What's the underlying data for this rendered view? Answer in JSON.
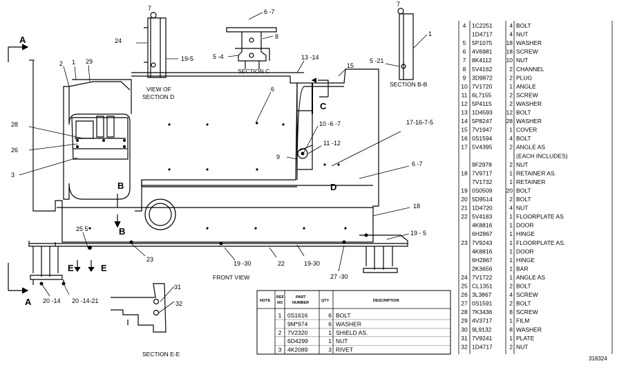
{
  "callouts": {
    "c7a": "7",
    "c67a": "6 -7",
    "c8": "8",
    "c24": "24",
    "c195a": "19-5",
    "c54": "5 -4",
    "c7b": "7",
    "c1a": "1",
    "c521": "5 -21",
    "c2": "2",
    "c1b": "1",
    "c29": "29",
    "c1314": "13 -14",
    "c15": "15",
    "c6": "6",
    "c28": "28",
    "c26": "26",
    "c3": "3",
    "c1067": "10 -6 -7",
    "c1112": "11 -12",
    "c9": "9",
    "c17": "17-16-7-5",
    "c67b": "6 -7",
    "c18": "18",
    "c255": "25 5",
    "c195b": "19 - 5",
    "c23": "23",
    "c1930a": "19 -30",
    "c22": "22",
    "c1930b": "19-30",
    "c2730": "27 -30",
    "c2014": "20 -14",
    "c201421": "20 -14-21",
    "c31": "31",
    "c32": "32"
  },
  "view_letters": {
    "a_top": "A",
    "a_bottom": "A",
    "b1": "B",
    "b2": "B",
    "c": "C",
    "d": "D",
    "e1": "E",
    "e2": "E"
  },
  "section_labels": {
    "section_c": "SECTION C",
    "section_bb": "SECTION B-B",
    "view_d_1": "VIEW OF",
    "view_d_2": "SECTION D",
    "front_view": "FRONT VIEW",
    "section_ee": "SECTION E-E"
  },
  "drawing_number": "318324",
  "small_table": {
    "headers": {
      "note": "NOTE",
      "ref1": "REF",
      "ref2": "NO",
      "part1": "PART",
      "part2": "NUMBER",
      "qty": "QTY",
      "desc": "DESCRIPTION"
    },
    "rows": [
      {
        "ref": "1",
        "part": "0S1616",
        "qty": "6",
        "desc": "BOLT"
      },
      {
        "ref": "",
        "part": "9M*974",
        "qty": "6",
        "desc": "WASHER"
      },
      {
        "ref": "2",
        "part": "7V2320",
        "qty": "1",
        "desc": "SHIELD AS."
      },
      {
        "ref": "",
        "part": "6D4299",
        "qty": "1",
        "desc": "NUT"
      },
      {
        "ref": "3",
        "part": "4K2089",
        "qty": "3",
        "desc": "RIVET"
      }
    ]
  },
  "parts_list": [
    {
      "ref": "4",
      "part": "1C2251",
      "qty": "4",
      "desc": "BOLT"
    },
    {
      "ref": "",
      "part": "1D4717",
      "qty": "4",
      "desc": "NUT"
    },
    {
      "ref": "5",
      "part": "5P1075",
      "qty": "18",
      "desc": "WASHER"
    },
    {
      "ref": "6",
      "part": "4V6981",
      "qty": "18",
      "desc": "SCREW"
    },
    {
      "ref": "7",
      "part": "8K4112",
      "qty": "10",
      "desc": "NUT"
    },
    {
      "ref": "8",
      "part": "5V4162",
      "qty": "2",
      "desc": "CHANNEL"
    },
    {
      "ref": "9",
      "part": "3D9872",
      "qty": "2",
      "desc": "PLUG"
    },
    {
      "ref": "10",
      "part": "7V1720",
      "qty": "1",
      "desc": "ANGLE"
    },
    {
      "ref": "11",
      "part": "6L7155",
      "qty": "2",
      "desc": "SCREW"
    },
    {
      "ref": "12",
      "part": "5P4115",
      "qty": "2",
      "desc": "WASHER"
    },
    {
      "ref": "13",
      "part": "1D4593",
      "qty": "12",
      "desc": "BOLT"
    },
    {
      "ref": "14",
      "part": "5P8247",
      "qty": "28",
      "desc": "WASHER"
    },
    {
      "ref": "15",
      "part": "7V1947",
      "qty": "1",
      "desc": "COVER"
    },
    {
      "ref": "16",
      "part": "0S1594",
      "qty": "4",
      "desc": "BOLT"
    },
    {
      "ref": "17",
      "part": "5V4395",
      "qty": "2",
      "desc": "ANGLE AS"
    },
    {
      "ref": "",
      "part": "",
      "qty": "",
      "desc": "(EACH INCLUDES)"
    },
    {
      "ref": "",
      "part": "9F2978",
      "qty": "2",
      "desc": "NUT"
    },
    {
      "ref": "18",
      "part": "7V9717",
      "qty": "1",
      "desc": "RETAINER AS."
    },
    {
      "ref": "",
      "part": "7V1732",
      "qty": "1",
      "desc": "RETAINER"
    },
    {
      "ref": "19",
      "part": "0S0509",
      "qty": "20",
      "desc": "BOLT"
    },
    {
      "ref": "20",
      "part": "5D9514",
      "qty": "2",
      "desc": "BOLT"
    },
    {
      "ref": "21",
      "part": "1D4720",
      "qty": "4",
      "desc": "NUT"
    },
    {
      "ref": "22",
      "part": "5V4183",
      "qty": "1",
      "desc": "FLOORPLATE AS"
    },
    {
      "ref": "",
      "part": "4K8816",
      "qty": "1",
      "desc": "DOOR"
    },
    {
      "ref": "",
      "part": "6H2867",
      "qty": "1",
      "desc": "HINGE"
    },
    {
      "ref": "23",
      "part": "7V9243",
      "qty": "1",
      "desc": "FLOORPLATE AS."
    },
    {
      "ref": "",
      "part": "4K8816",
      "qty": "1",
      "desc": "DOOR"
    },
    {
      "ref": "",
      "part": "6H2867",
      "qty": "1",
      "desc": "HINGE"
    },
    {
      "ref": "",
      "part": "2K3656",
      "qty": "1",
      "desc": "BAR"
    },
    {
      "ref": "24",
      "part": "7V1722",
      "qty": "1",
      "desc": "ANGLE AS"
    },
    {
      "ref": "25",
      "part": "CL1351",
      "qty": "2",
      "desc": "BOLT"
    },
    {
      "ref": "26",
      "part": "3L3867",
      "qty": "4",
      "desc": "SCREW"
    },
    {
      "ref": "27",
      "part": "0S1591",
      "qty": "2",
      "desc": "BOLT"
    },
    {
      "ref": "28",
      "part": "7K3436",
      "qty": "8",
      "desc": "SCREW"
    },
    {
      "ref": "29",
      "part": "4V3717",
      "qty": "1",
      "desc": "FILM"
    },
    {
      "ref": "30",
      "part": "9L9132",
      "qty": "8",
      "desc": "WASHER"
    },
    {
      "ref": "31",
      "part": "7V9241",
      "qty": "1",
      "desc": "PLATE"
    },
    {
      "ref": "32",
      "part": "1D4717",
      "qty": "2",
      "desc": "NUT"
    }
  ]
}
